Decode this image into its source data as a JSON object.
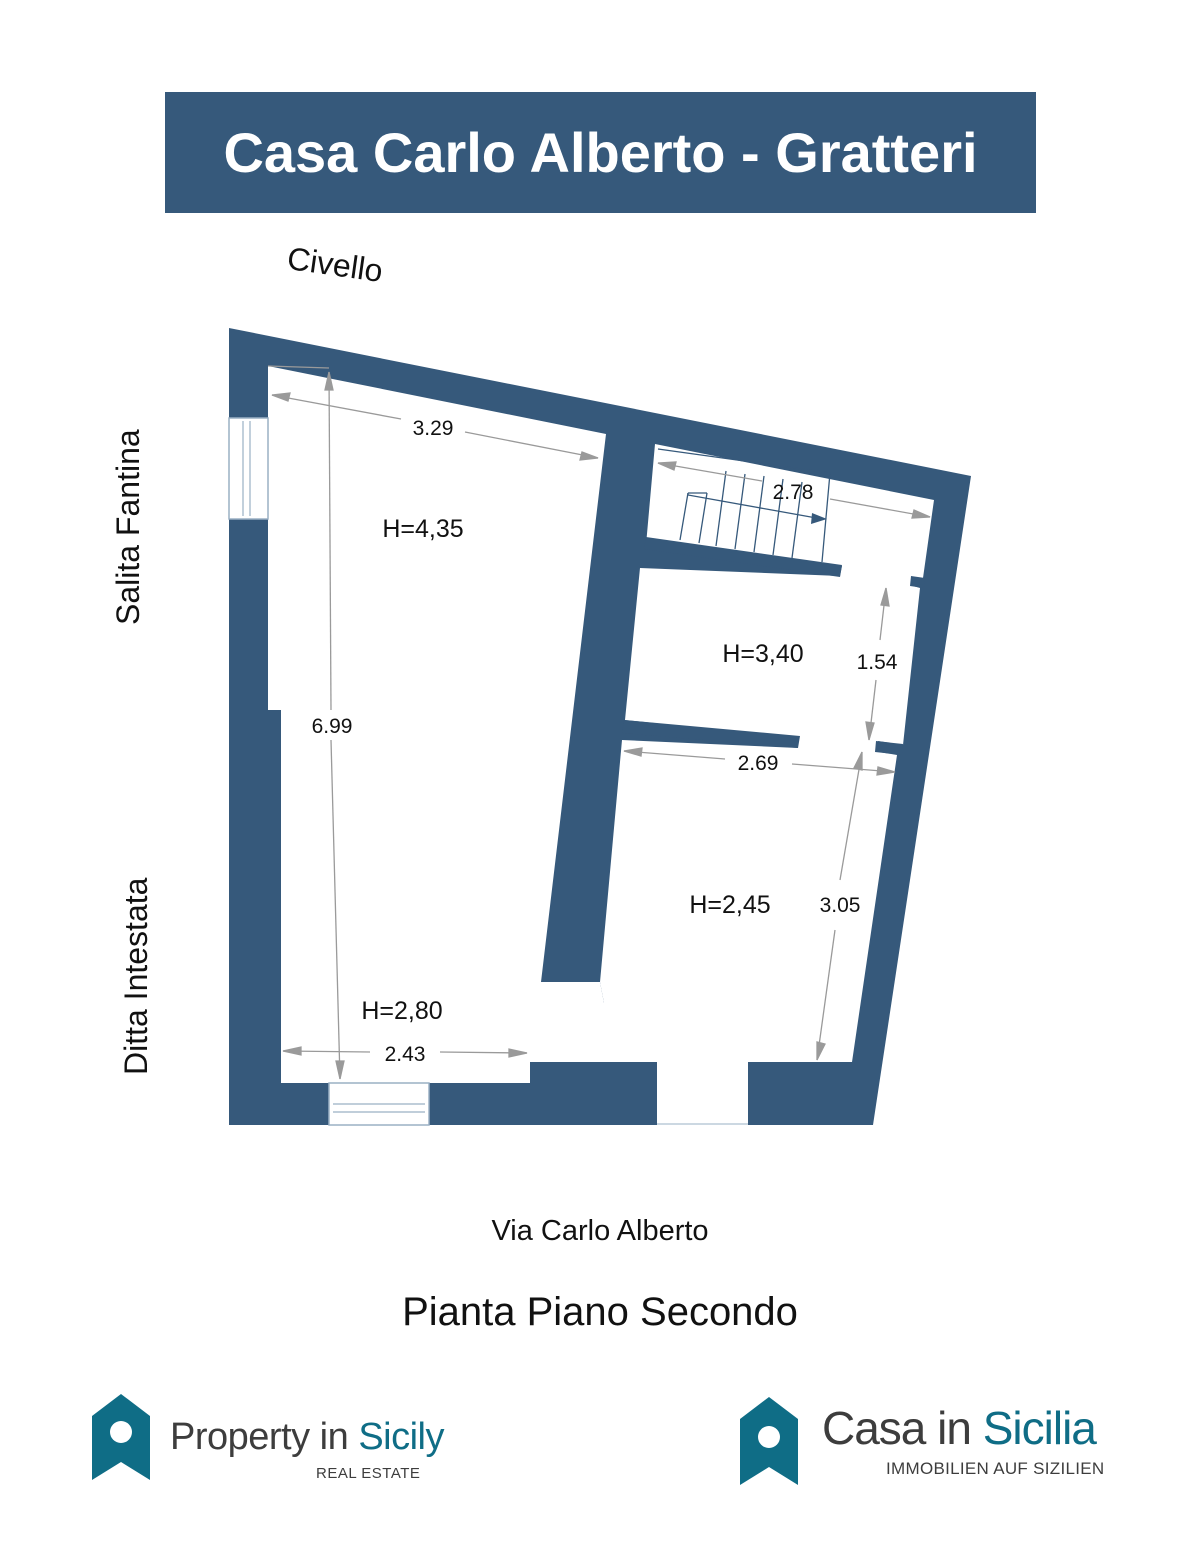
{
  "title": "Casa Carlo Alberto - Gratteri",
  "streets": {
    "top": "Civello",
    "left_upper": "Salita Fantina",
    "left_lower": "Ditta Intestata",
    "bottom": "Via Carlo Alberto"
  },
  "plan_caption": "Pianta Piano Secondo",
  "rooms": {
    "left_upper_height": "H=4,35",
    "left_lower_height": "H=2,80",
    "middle_right_height": "H=3,40",
    "lower_right_height": "H=2,45"
  },
  "dimensions": {
    "top_left_width": "3.29",
    "top_right_width": "2.78",
    "left_length": "6.99",
    "bottom_left_width": "2.43",
    "middle_right_height": "1.54",
    "middle_right_width": "2.69",
    "lower_right_height": "3.05"
  },
  "logos": {
    "left": {
      "word1": "Property in",
      "word2": "Sicily",
      "tagline": "REAL ESTATE"
    },
    "right": {
      "word1": "Casa in",
      "word2": "Sicilia",
      "tagline": "IMMOBILIEN AUF SIZILIEN"
    }
  },
  "colors": {
    "wall": "#36597b",
    "banner": "#36597b",
    "logo_teal": "#0f6d86",
    "logo_text": "#3d3d3d",
    "dimension_line": "#9a9a9a"
  }
}
